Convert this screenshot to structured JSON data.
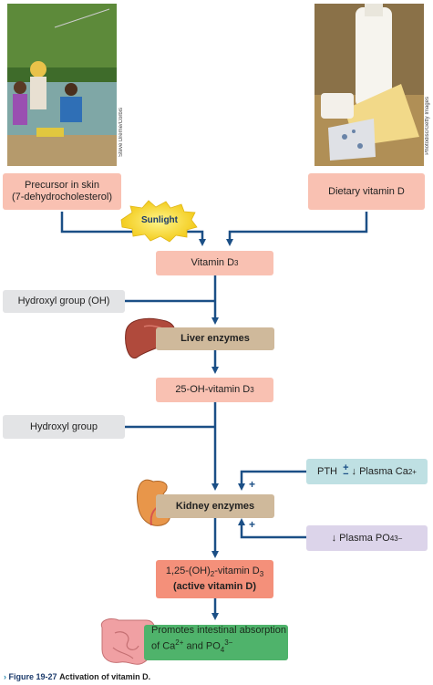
{
  "photo_credits": {
    "left": "Steve Dreme/Corbis",
    "right": "Photodisc/Getty Images"
  },
  "nodes": {
    "precursor": {
      "line1": "Precursor in skin",
      "line2": "(7-dehydrocholesterol)"
    },
    "dietary": "Dietary vitamin D",
    "sunlight": "Sunlight",
    "vitamin_d3": {
      "text": "Vitamin D",
      "sub": "3"
    },
    "hydroxyl_oh": "Hydroxyl group (OH)",
    "liver_enzymes": "Liver enzymes",
    "oh_vitamin_d3": {
      "text": "25-OH-vitamin D",
      "sub": "3"
    },
    "hydroxyl_group": "Hydroxyl group",
    "pth": {
      "text": "PTH",
      "sign": "+",
      "minus": "−",
      "arrow": "↓",
      "plasma": "Plasma Ca",
      "sup": "2+"
    },
    "kidney_enzymes": "Kidney enzymes",
    "plasma_po4": {
      "arrow": "↓",
      "text": "Plasma PO",
      "sub": "4",
      "sup": "3−"
    },
    "active": {
      "line1_a": "1,25-(OH)",
      "line1_sub": "2",
      "line1_b": "-vitamin D",
      "line1_sub2": "3",
      "line2": "(active vitamin D)"
    },
    "intestinal": {
      "line1": "Promotes intestinal absorption",
      "line2_a": "of Ca",
      "line2_sup": "2+",
      "line2_b": " and PO",
      "line2_sub": "4",
      "line2_sup2": "3−"
    }
  },
  "plus_signs": [
    "+",
    "+"
  ],
  "caption": {
    "marker": "›",
    "figure": "Figure 19-27",
    "text": "Activation of vitamin D."
  },
  "colors": {
    "salmon": "#f9c1b2",
    "salmon_dark": "#f4907a",
    "tan": "#cfb99b",
    "gray": "#e3e4e6",
    "teal": "#bfe0e3",
    "lavender": "#dcd4ea",
    "green": "#4fb36b",
    "arrow": "#1b4f86"
  }
}
